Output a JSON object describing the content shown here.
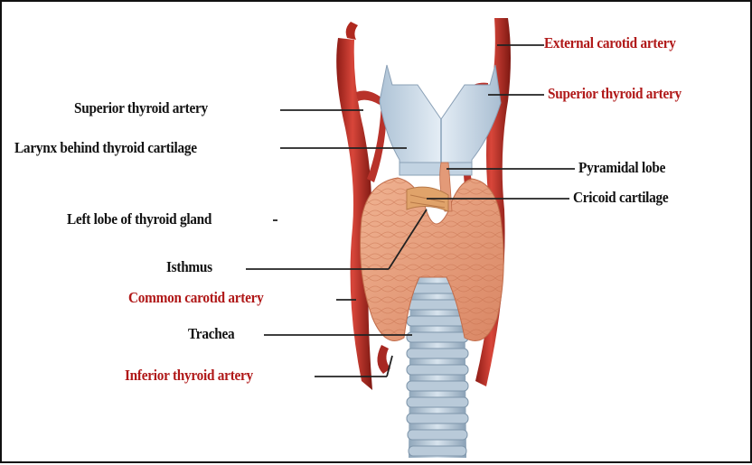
{
  "colors": {
    "red_label": "#b01818",
    "black_label": "#111111",
    "artery": "#c7302a",
    "thyroid": "#e8a080",
    "cartilage": "#c8d8e8"
  },
  "labels": {
    "external_carotid_artery": "External carotid artery",
    "superior_thyroid_artery_right": "Superior thyroid artery",
    "superior_thyroid_artery_left": "Superior thyroid artery",
    "larynx": "Larynx behind thyroid cartilage",
    "pyramidal_lobe": "Pyramidal lobe",
    "cricoid_cartilage": "Cricoid cartilage",
    "left_lobe": "Left lobe of thyroid gland",
    "isthmus": "Isthmus",
    "common_carotid_artery": "Common carotid artery",
    "trachea": "Trachea",
    "inferior_thyroid_artery": "Inferior thyroid artery"
  }
}
